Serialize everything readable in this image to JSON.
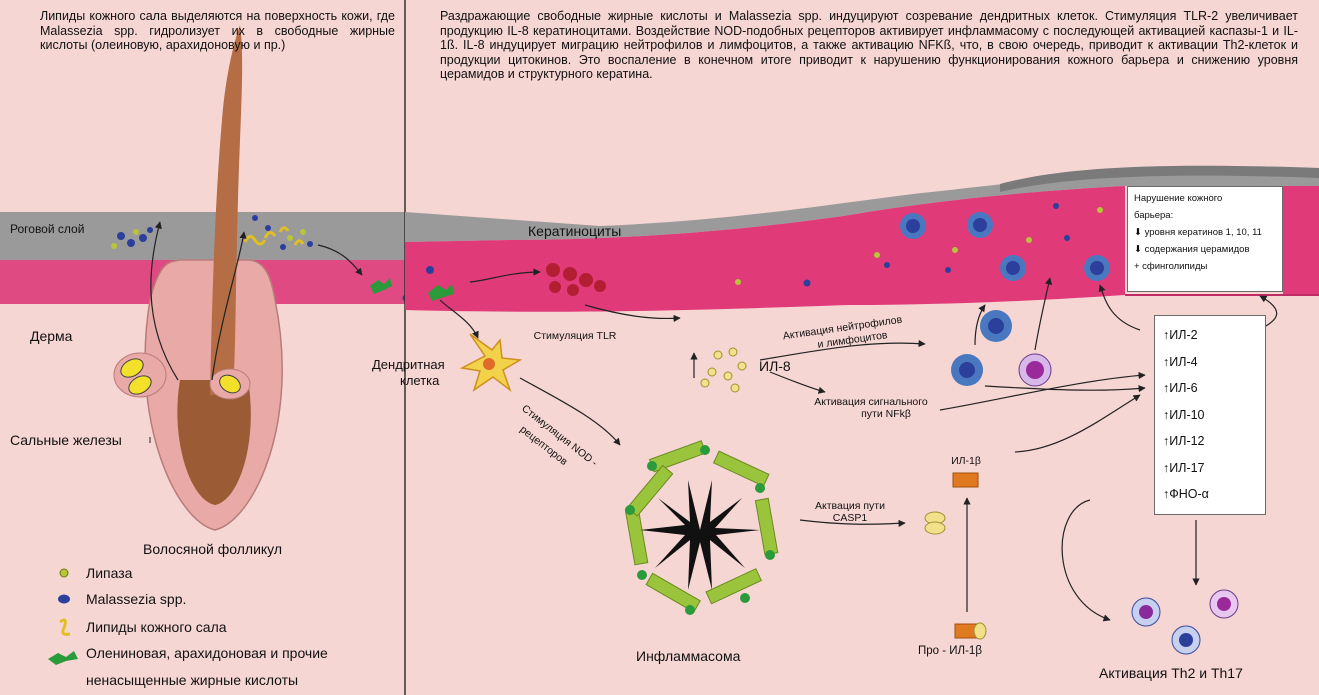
{
  "left_panel": {
    "intro_text": "Липиды кожного сала выделяются на поверхность кожи, где Malassezia spp. гидролизует их в свободные жирные кислоты (олеиновую, арахидоновую и пр.)",
    "horny_layer_label": "Роговой слой",
    "dermis_label": "Дерма",
    "sebaceous_glands_label": "Сальные железы",
    "hair_follicle_label": "Волосяной фолликул"
  },
  "legend": {
    "items": [
      {
        "label": "Липаза",
        "icon": "lipase-dot-icon"
      },
      {
        "label": "Malassezia spp.",
        "icon": "malassezia-icon"
      },
      {
        "label": "Липиды кожного сала",
        "icon": "sebum-lipid-icon"
      },
      {
        "label": "Олениновая, арахидоновая и прочие",
        "label2": "ненасыщенные жирные кислоты",
        "icon": "fatty-acid-icon"
      }
    ]
  },
  "right_panel": {
    "intro_text": "Раздражающие свободные жирные кислоты и Malassezia spp. индуцируют созревание дендритных клеток. Стимуляция TLR-2 увеличивает продукцию IL-8 кератиноцитами. Воздействие NOD-подобных рецепторов активирует инфламмасому с последующей активацией каспазы-1 и IL-1ß. IL-8 индуцирует миграцию нейтрофилов и лимфоцитов, а также активацию NFKß, что, в свою очередь, приводит к активации Th2-клеток и продукции цитокинов. Это воспаление в конечном итоге приводит к нарушению функционирования кожного барьера и снижению уровня церамидов и структурного кератина.",
    "keratinocytes_label": "Кератиноциты",
    "tlr_label": "Стимуляция TLR",
    "dendritic_cell_label_1": "Дендритная",
    "dendritic_cell_label_2": "клетка",
    "nod_label_1": "Стимуляция NOD -",
    "nod_label_2": "рецепторов",
    "il8_label": "ИЛ-8",
    "neutrophil_label_1": "Активация нейтрофилов",
    "neutrophil_label_2": "и лимфоцитов",
    "nfkb_label_1": "Активация сигнального",
    "nfkb_label_2": "пути NFkβ",
    "il1b_label": "ИЛ-1β",
    "casp_label_1": "Актвация пути",
    "casp_label_2": "CASP1",
    "inflammasome_label": "Инфламмасома",
    "pro_il1b_label": "Про - ИЛ-1β",
    "th_label": "Активация Th2 и Th17",
    "barrier_box": {
      "title_1": "Нарушение кожного",
      "title_2": "барьера:",
      "line_1": "⬇ уровня кератинов 1, 10, 11",
      "line_2": "⬇ содержания церамидов",
      "line_3": "+ сфинголипиды"
    },
    "cytokines": [
      "ИЛ-2",
      "ИЛ-4",
      "ИЛ-6",
      "ИЛ-10",
      "ИЛ-12",
      "ИЛ-17",
      "ФНО-α"
    ]
  },
  "colors": {
    "background": "#f6d6d3",
    "horny_layer": "#9a9a9a",
    "epidermis": "#e03a79",
    "hair": "#b56d45",
    "follicle": "#e9a9a7",
    "sebaceous": "#f2e02a",
    "inflammasome_green": "#9ac43c",
    "dark_blue": "#2c3f9b"
  }
}
